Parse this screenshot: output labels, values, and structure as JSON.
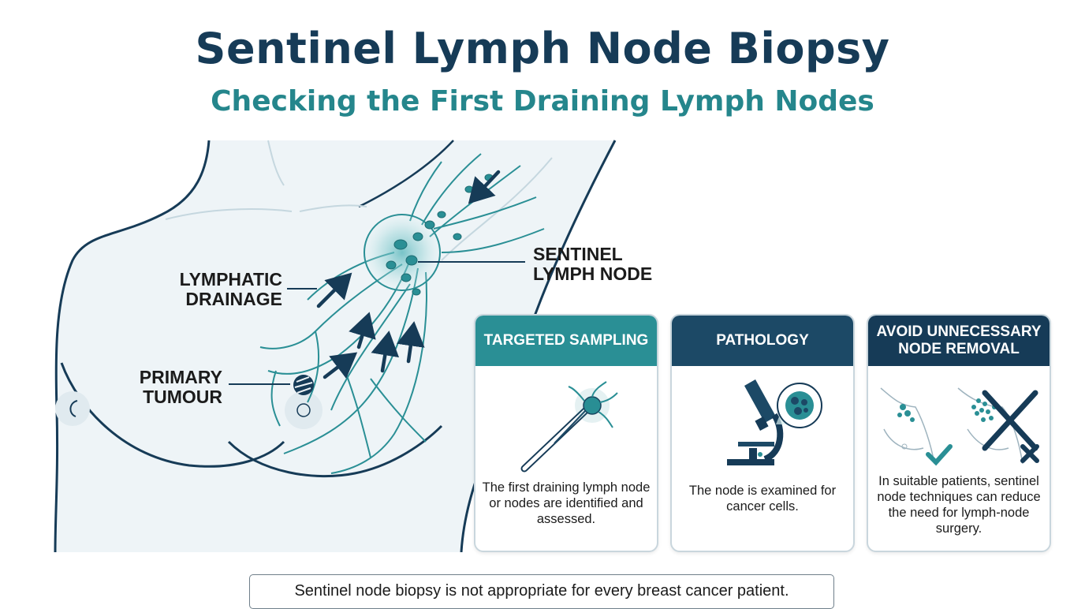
{
  "header": {
    "title": "Sentinel Lymph Node Biopsy",
    "subtitle": "Checking the First Draining Lymph Nodes"
  },
  "diagram": {
    "labels": {
      "lymphatic_drainage": "LYMPHATIC DRAINAGE",
      "primary_tumour": "PRIMARY TUMOUR",
      "sentinel_lymph_node": "SENTINEL LYMPH NODE"
    },
    "colors": {
      "body_fill": "#eef4f7",
      "outline": "#163b57",
      "lymph": "#2a8f95",
      "arrow": "#163b57"
    }
  },
  "cards": [
    {
      "title": "TARGETED SAMPLING",
      "text": "The first draining lymph node or nodes are identified and assessed.",
      "icon": "probe-node-icon",
      "color": "#2a8f95"
    },
    {
      "title": "PATHOLOGY",
      "text": "The node is examined for cancer cells.",
      "icon": "microscope-icon",
      "color": "#1c4966"
    },
    {
      "title": "AVOID UNNECESSARY NODE REMOVAL",
      "text": "In suitable patients, sentinel node techniques can reduce the need for lymph-node surgery.",
      "icon": "check-cross-comparison-icon",
      "color": "#163b57"
    }
  ],
  "footer": {
    "note": "Sentinel node biopsy is not appropriate for every breast cancer patient."
  }
}
